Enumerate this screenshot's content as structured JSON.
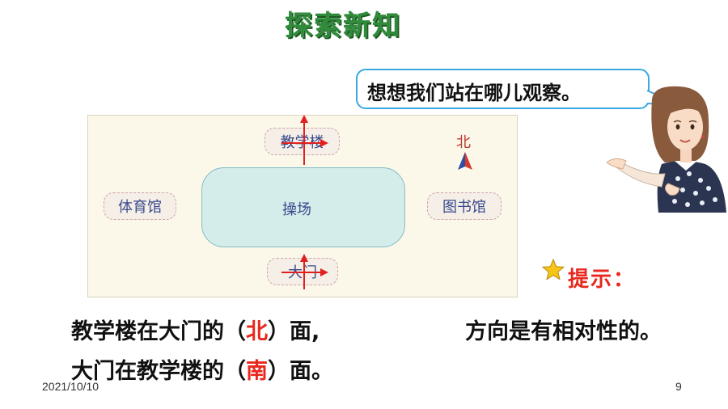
{
  "title": "探索新知",
  "speech": "想想我们站在哪儿观察。",
  "map": {
    "playground": "操场",
    "buildings": {
      "north": "教学楼",
      "west": "体育馆",
      "east": "图书馆",
      "south": "大门"
    },
    "compass_label": "北"
  },
  "hint": "提示：",
  "questions": [
    {
      "before": "教学楼在大门的（",
      "answer": "北",
      "after": "）面,"
    },
    {
      "before": "大门在教学楼的（",
      "answer": "南",
      "after": "）面。"
    }
  ],
  "conclusion": "方向是有相对性的。",
  "footer": {
    "date": "2021/10/10",
    "page": "9"
  },
  "colors": {
    "title": "#2e8b3a",
    "answer": "#e8271d",
    "bubble_border": "#39a9e0"
  }
}
